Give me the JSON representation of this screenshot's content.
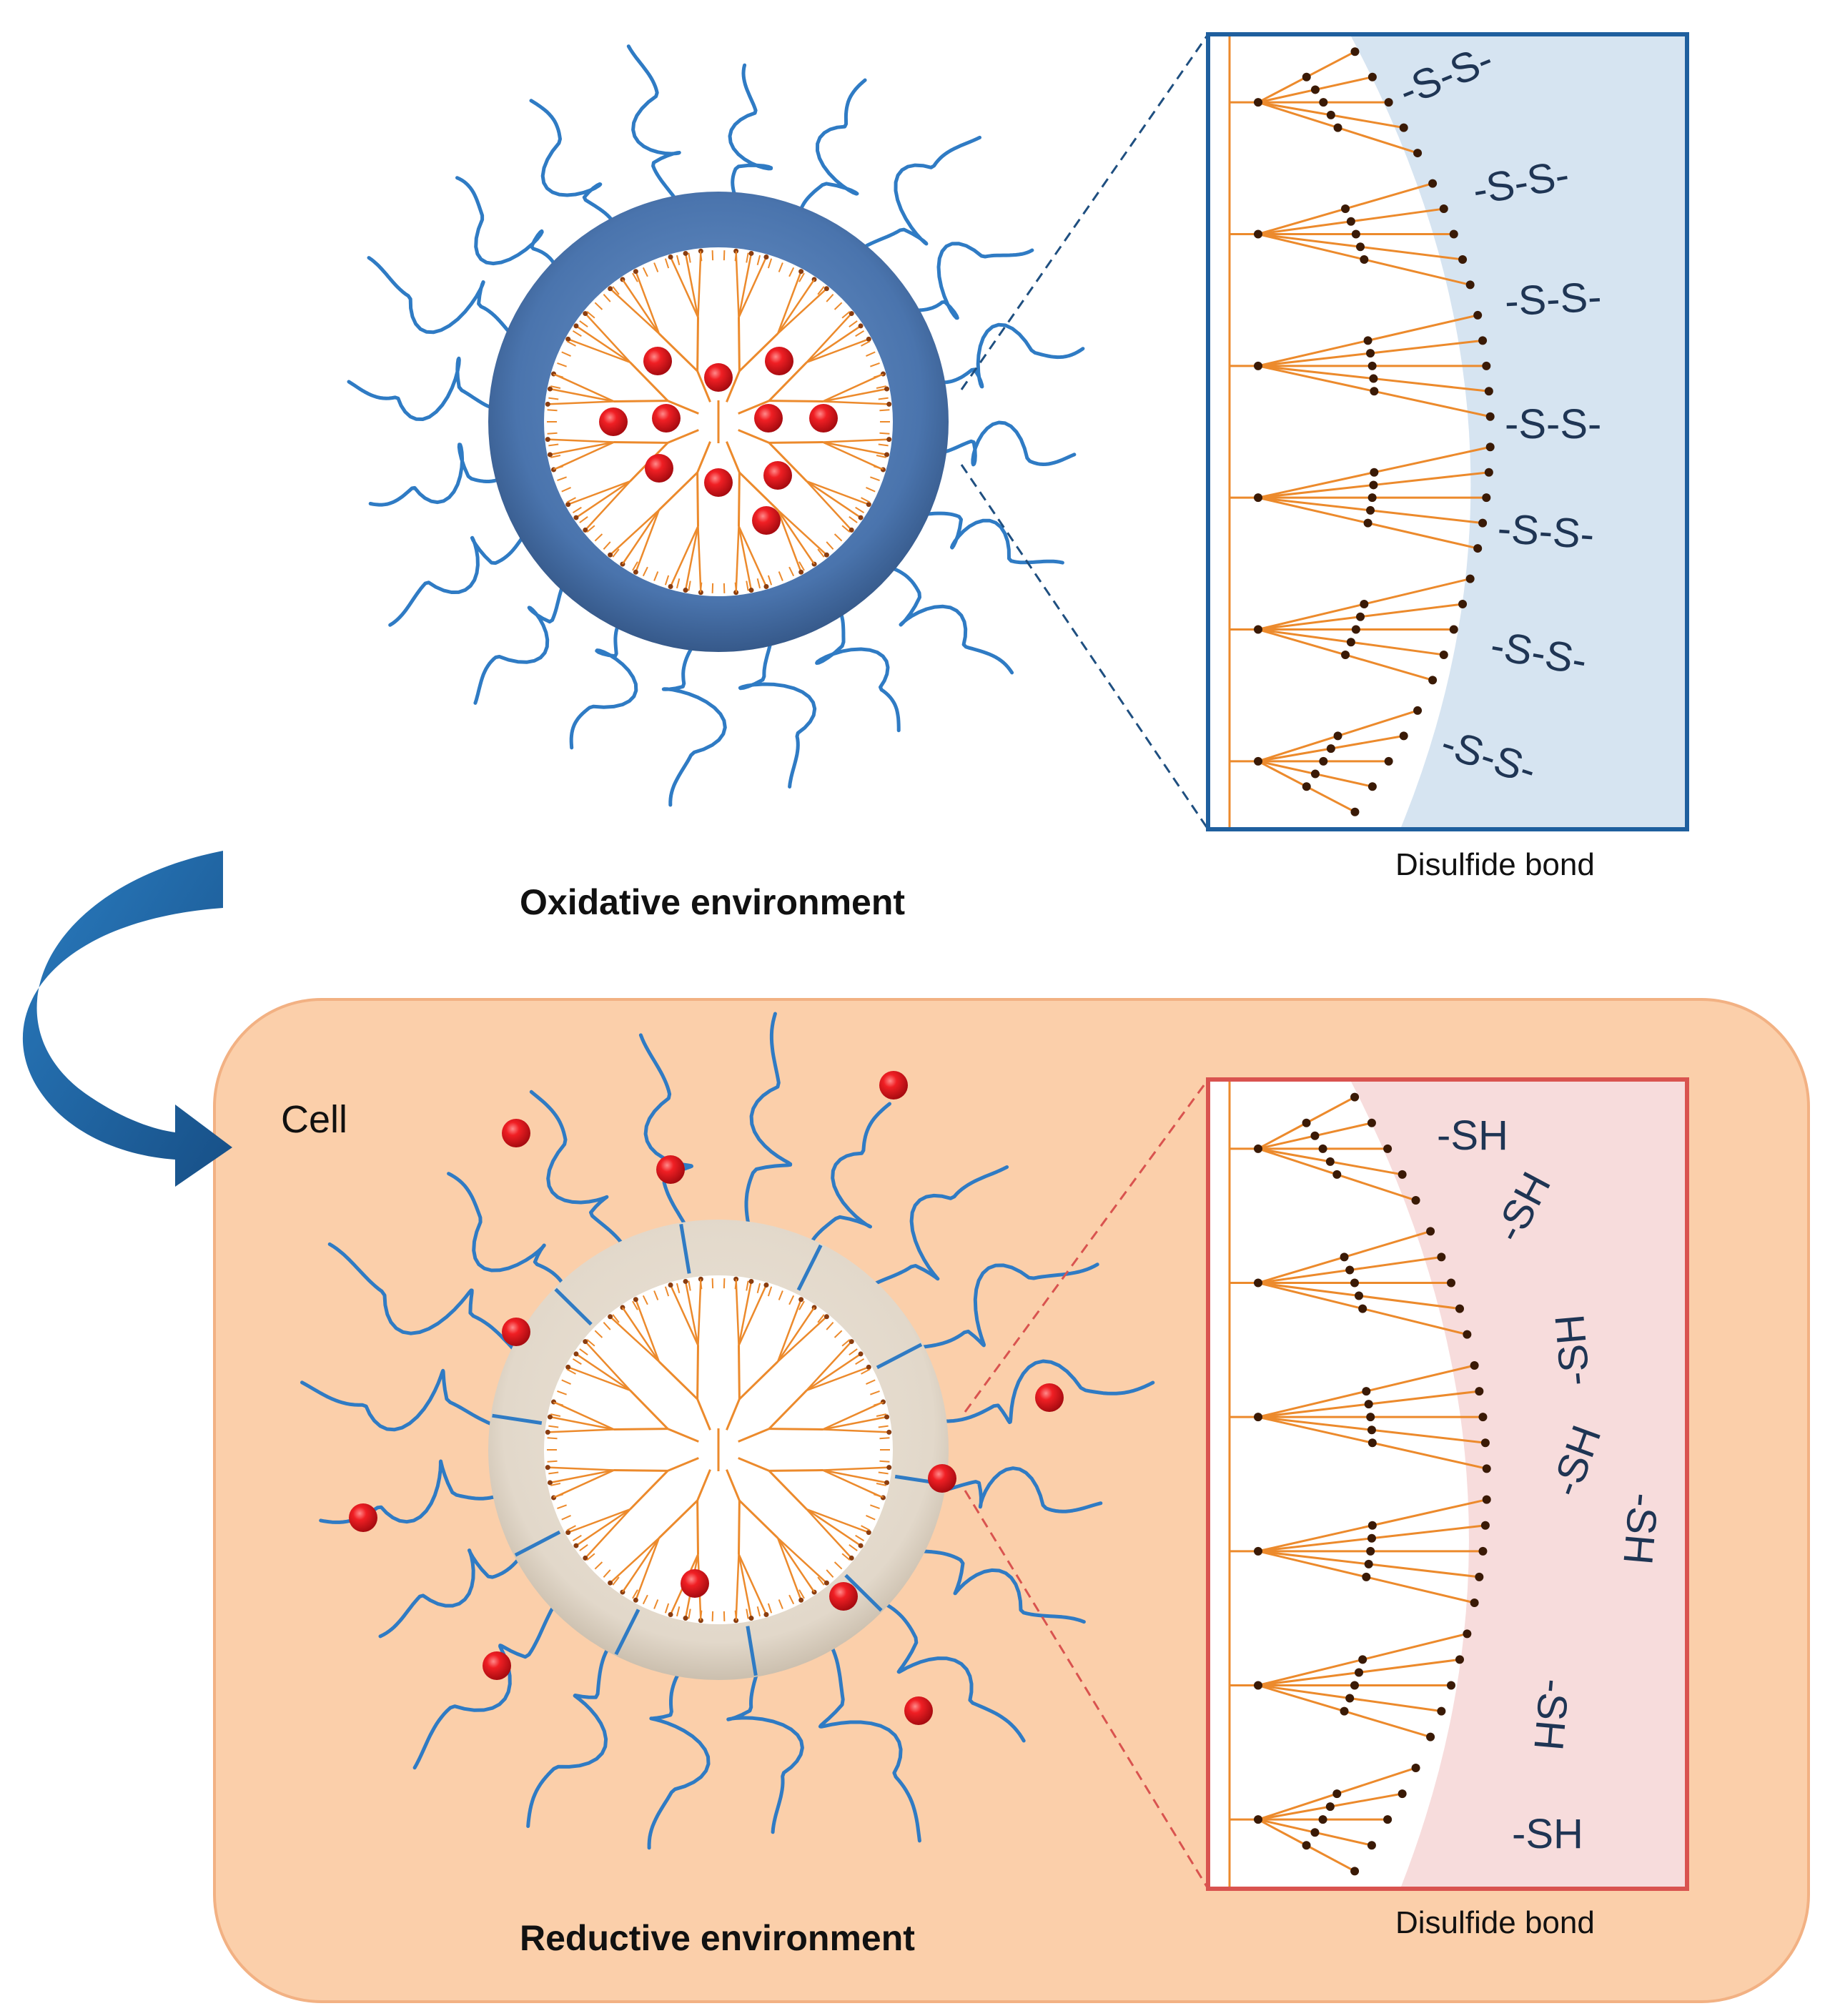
{
  "top": {
    "caption": "Oxidative environment",
    "zoom_caption": "Disulfide bond",
    "groups": [
      "-S-S-",
      "-S-S-",
      "-S-S-",
      "-S-S-",
      "-S-S-",
      "-S-S-",
      "-S-S-"
    ]
  },
  "bottom": {
    "cell_label": "Cell",
    "caption": "Reductive environment",
    "zoom_caption": "Disulfide bond",
    "groups": [
      "-SH",
      "-SH",
      "-SH",
      "-SH",
      "-SH",
      "-SH",
      "-SH"
    ]
  },
  "colors": {
    "shell_oxidized": "#4a74ad",
    "shell_reduced": "#e3d9cb",
    "polymer_chain": "#2f7bc4",
    "dendrimer": "#ec8a2c",
    "drug": "#e8151b",
    "arrow": "#1e6aa8",
    "cell_fill": "#fbcfaa",
    "cell_border": "#f2b183",
    "panel_top_fill": "#d6e4f1",
    "panel_top_border": "#1f5f9e",
    "panel_bottom_fill": "#f7dcdc",
    "panel_bottom_border": "#d9534f",
    "text_dark": "#1f3554"
  }
}
